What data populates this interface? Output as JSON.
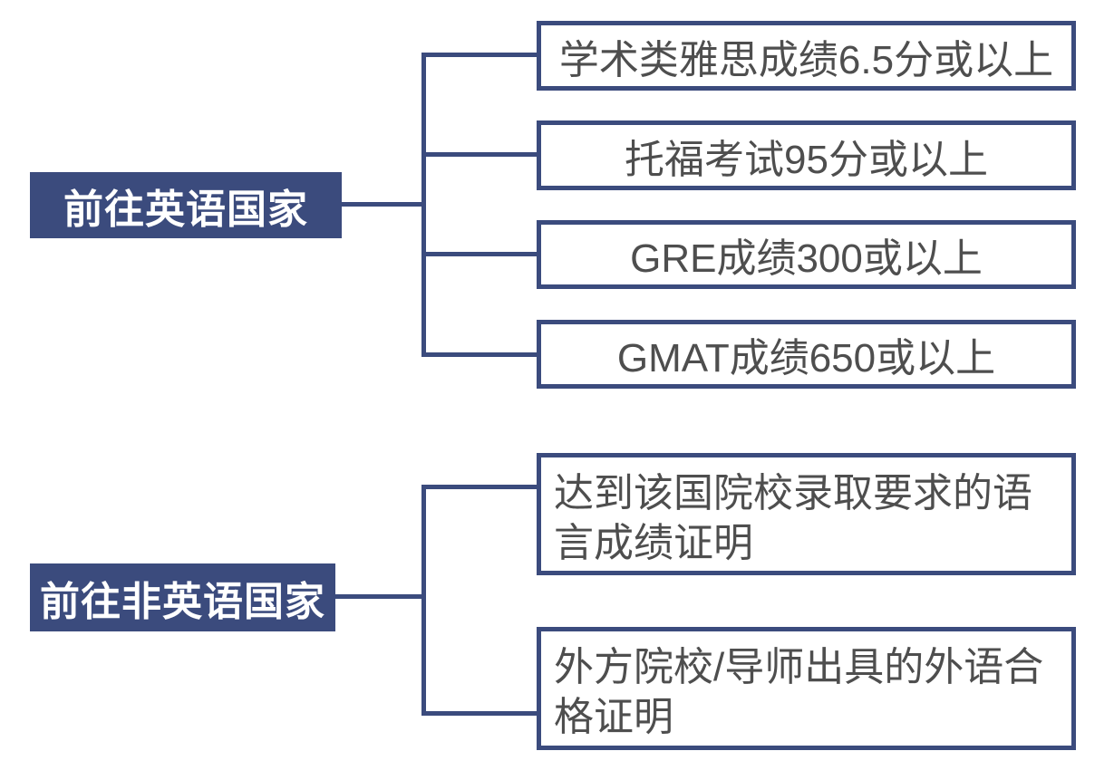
{
  "colors": {
    "navy": "#3b4b7d",
    "leaf_text": "#4e4e4e",
    "leaf_background": "#ffffff",
    "page_background": "#ffffff"
  },
  "diagram": {
    "type": "tree",
    "groups": [
      {
        "label": "前往英语国家",
        "children": [
          "学术类雅思成绩6.5分或以上",
          "托福考试95分或以上",
          "GRE成绩300或以上",
          "GMAT成绩650或以上"
        ]
      },
      {
        "label": "前往非英语国家",
        "children": [
          "达到该国院校录取要求的语言成绩证明",
          "外方院校/导师出具的外语合格证明"
        ]
      }
    ]
  }
}
